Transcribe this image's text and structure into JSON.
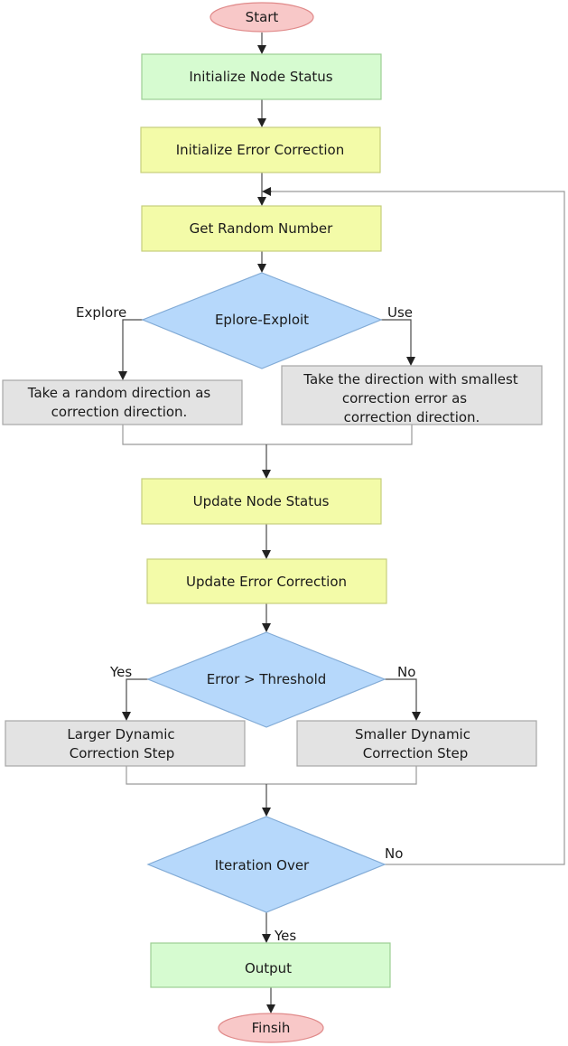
{
  "diagram": {
    "colors": {
      "terminal_fill": "#f8c8c8",
      "terminal_stroke": "#e08a8a",
      "green_fill": "#d6fbd0",
      "green_stroke": "#9ccf94",
      "yellow_fill": "#f3fba8",
      "yellow_stroke": "#c6cf7c",
      "blue_fill": "#b6d8fb",
      "blue_stroke": "#82abd6",
      "gray_fill": "#e3e3e3",
      "gray_stroke": "#a6a6a6",
      "edge": "#4a4a4a"
    },
    "nodes": {
      "start": "Start",
      "init_status": "Initialize Node Status",
      "init_error": "Initialize Error Correction",
      "get_random": "Get Random Number",
      "explore_exploit": "Eplore-Exploit",
      "random_dir": [
        "Take a random direction as",
        "correction direction."
      ],
      "smallest_dir": [
        "Take the direction with smallest",
        "correction error as",
        "correction direction."
      ],
      "update_status": "Update Node Status",
      "update_error": "Update Error Correction",
      "threshold": "Error > Threshold",
      "larger_step": [
        "Larger Dynamic",
        "Correction Step"
      ],
      "smaller_step": [
        "Smaller Dynamic",
        "Correction Step"
      ],
      "iteration": "Iteration Over",
      "output": "Output",
      "finish": "Finsih"
    },
    "edge_labels": {
      "explore": "Explore",
      "use": "Use",
      "threshold_yes": "Yes",
      "threshold_no": "No",
      "iteration_no": "No",
      "iteration_yes": "Yes"
    }
  }
}
